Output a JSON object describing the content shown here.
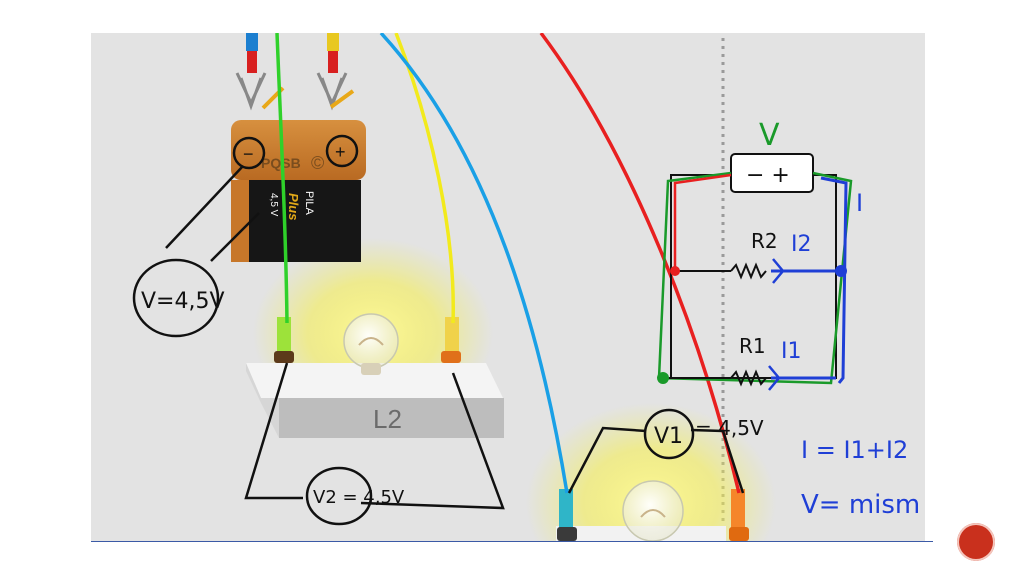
{
  "battery": {
    "minus_sign": "−",
    "plus_sign": "+",
    "brand_top": "PQSB",
    "copyright_mark": "©",
    "label_pila": "PILA",
    "label_plus": "Plus",
    "label_voltage": "4,5 V"
  },
  "bulb_left": {
    "label": "L2"
  },
  "annotations": {
    "battery_voltage": "V=4,5V",
    "v2_reading": "V2 = 4,5V",
    "v1_symbol": "V1",
    "v1_reading": "= 4,5V",
    "current_total_eq": "I = I1+I2",
    "voltage_eq": "V= mism"
  },
  "circuit": {
    "voltmeter": "V",
    "voltmeter_symbol": "− +",
    "current_i": "I",
    "r2": "R2",
    "i2": "I2",
    "r1": "R1",
    "i1": "I1"
  },
  "colors": {
    "wire_green": "#2fd12a",
    "wire_yellow": "#f2ea1c",
    "wire_blue": "#1aa0e6",
    "wire_red": "#e82020",
    "ink_black": "#111111",
    "ink_blue": "#1f3fd6",
    "ink_green": "#1a9a2a",
    "slide_badge": "#c9301d"
  },
  "icons": [
    "battery-icon",
    "light-bulb-icon",
    "crocodile-clip-icon",
    "slide-number-badge"
  ]
}
